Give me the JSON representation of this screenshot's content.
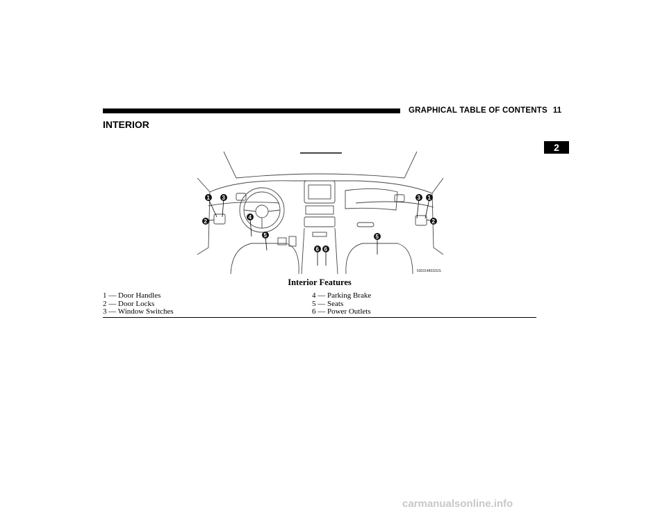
{
  "header": {
    "section": "GRAPHICAL TABLE OF CONTENTS",
    "page_number": "11"
  },
  "section_title": "INTERIOR",
  "chapter_tab": "2",
  "figure": {
    "image_code": "6303148032US",
    "callouts": [
      "1",
      "3",
      "2",
      "4",
      "5",
      "6",
      "6",
      "5",
      "3",
      "1",
      "2"
    ]
  },
  "caption": "Interior Features",
  "legend": {
    "left": [
      "1 — Door Handles",
      "2 — Door Locks",
      "3 — Window Switches"
    ],
    "right": [
      "4 — Parking Brake",
      "5 — Seats",
      "6 — Power Outlets"
    ]
  },
  "watermark": "carmanualsonline.info"
}
